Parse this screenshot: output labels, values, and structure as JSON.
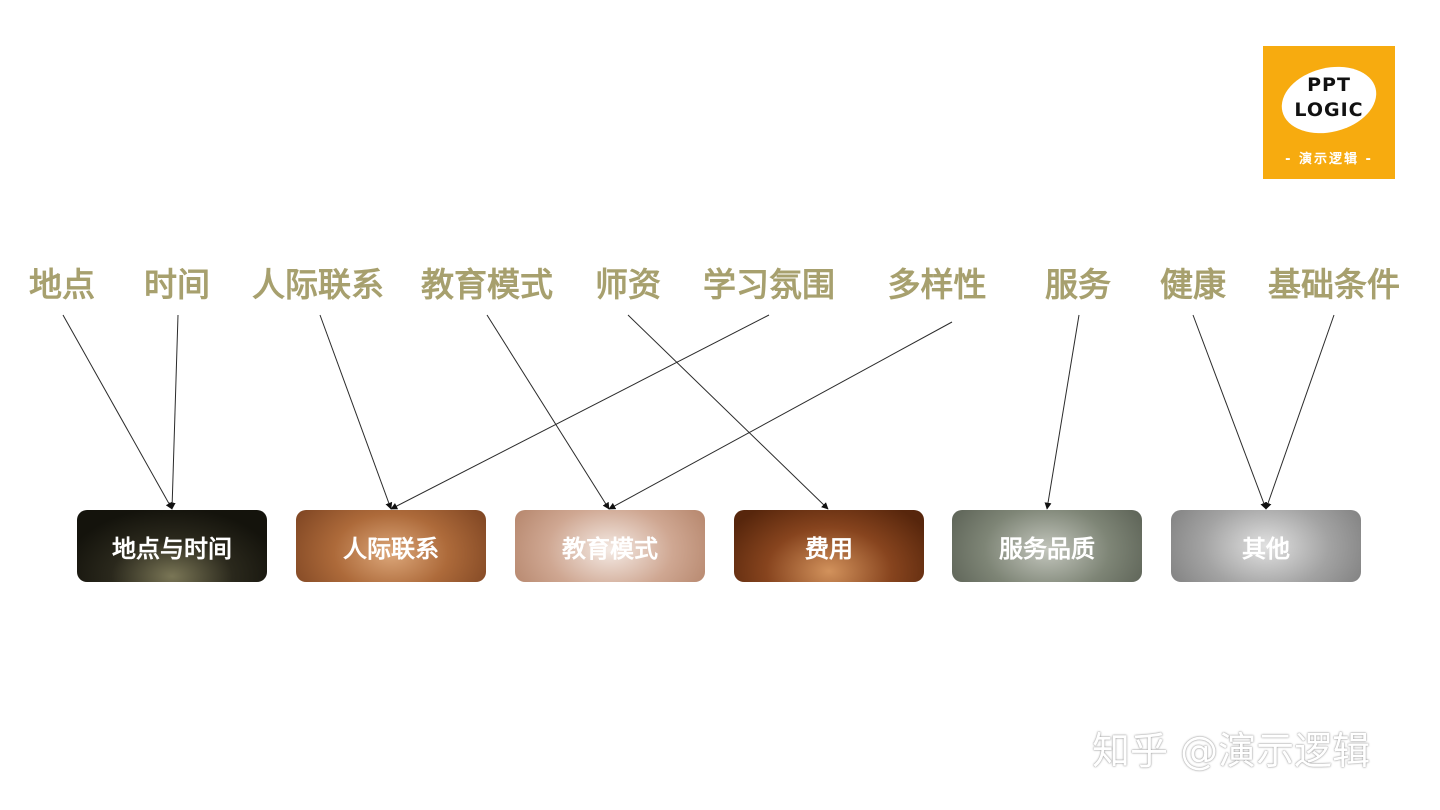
{
  "logo": {
    "line1": "PPT",
    "line2": "LOGIC",
    "subtitle": "- 演示逻辑 -"
  },
  "factors": [
    "地点",
    "时间",
    "人际联系",
    "教育模式",
    "师资",
    "学习氛围",
    "多样性",
    "服务",
    "健康",
    "基础条件"
  ],
  "categories": [
    "地点与时间",
    "人际联系",
    "教育模式",
    "费用",
    "服务品质",
    "其他"
  ],
  "links": [
    {
      "from": "地点",
      "to": "地点与时间"
    },
    {
      "from": "时间",
      "to": "地点与时间"
    },
    {
      "from": "人际联系",
      "to": "人际联系"
    },
    {
      "from": "学习氛围",
      "to": "人际联系"
    },
    {
      "from": "教育模式",
      "to": "教育模式"
    },
    {
      "from": "多样性",
      "to": "教育模式"
    },
    {
      "from": "师资",
      "to": "费用"
    },
    {
      "from": "服务",
      "to": "服务品质"
    },
    {
      "from": "健康",
      "to": "其他"
    },
    {
      "from": "基础条件",
      "to": "其他"
    }
  ],
  "watermark": "知乎 @演示逻辑"
}
